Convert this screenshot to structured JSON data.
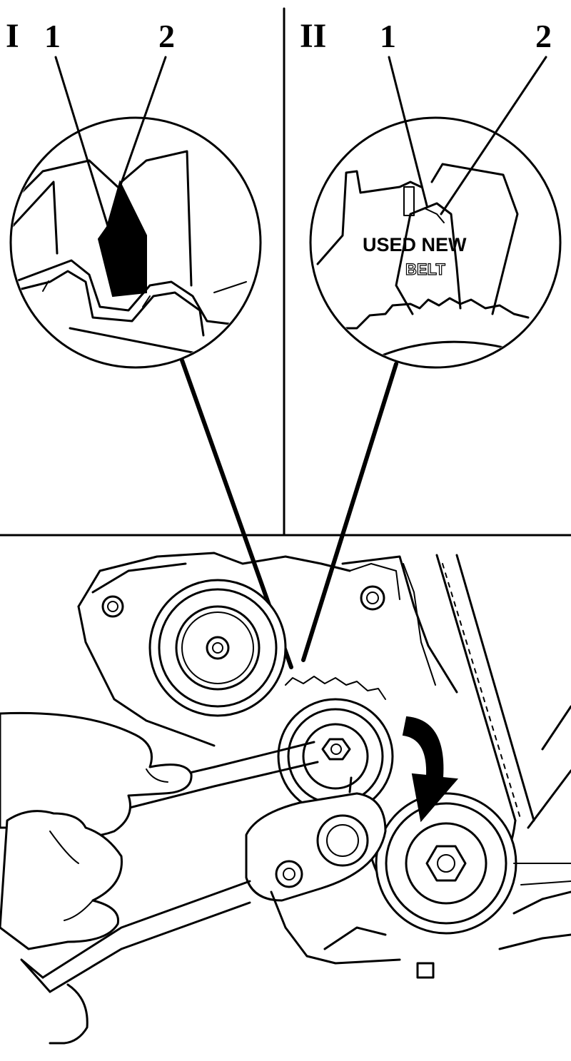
{
  "panels": {
    "left": {
      "roman": "I",
      "callout_1": "1",
      "callout_2": "2"
    },
    "right": {
      "roman": "II",
      "callout_1": "1",
      "callout_2": "2",
      "label_used_new": "USED NEW",
      "label_belt": "BELT"
    }
  },
  "colors": {
    "ink": "#000000",
    "paper": "#ffffff"
  },
  "icons": {
    "rotation": "curved-arrow-icon"
  }
}
